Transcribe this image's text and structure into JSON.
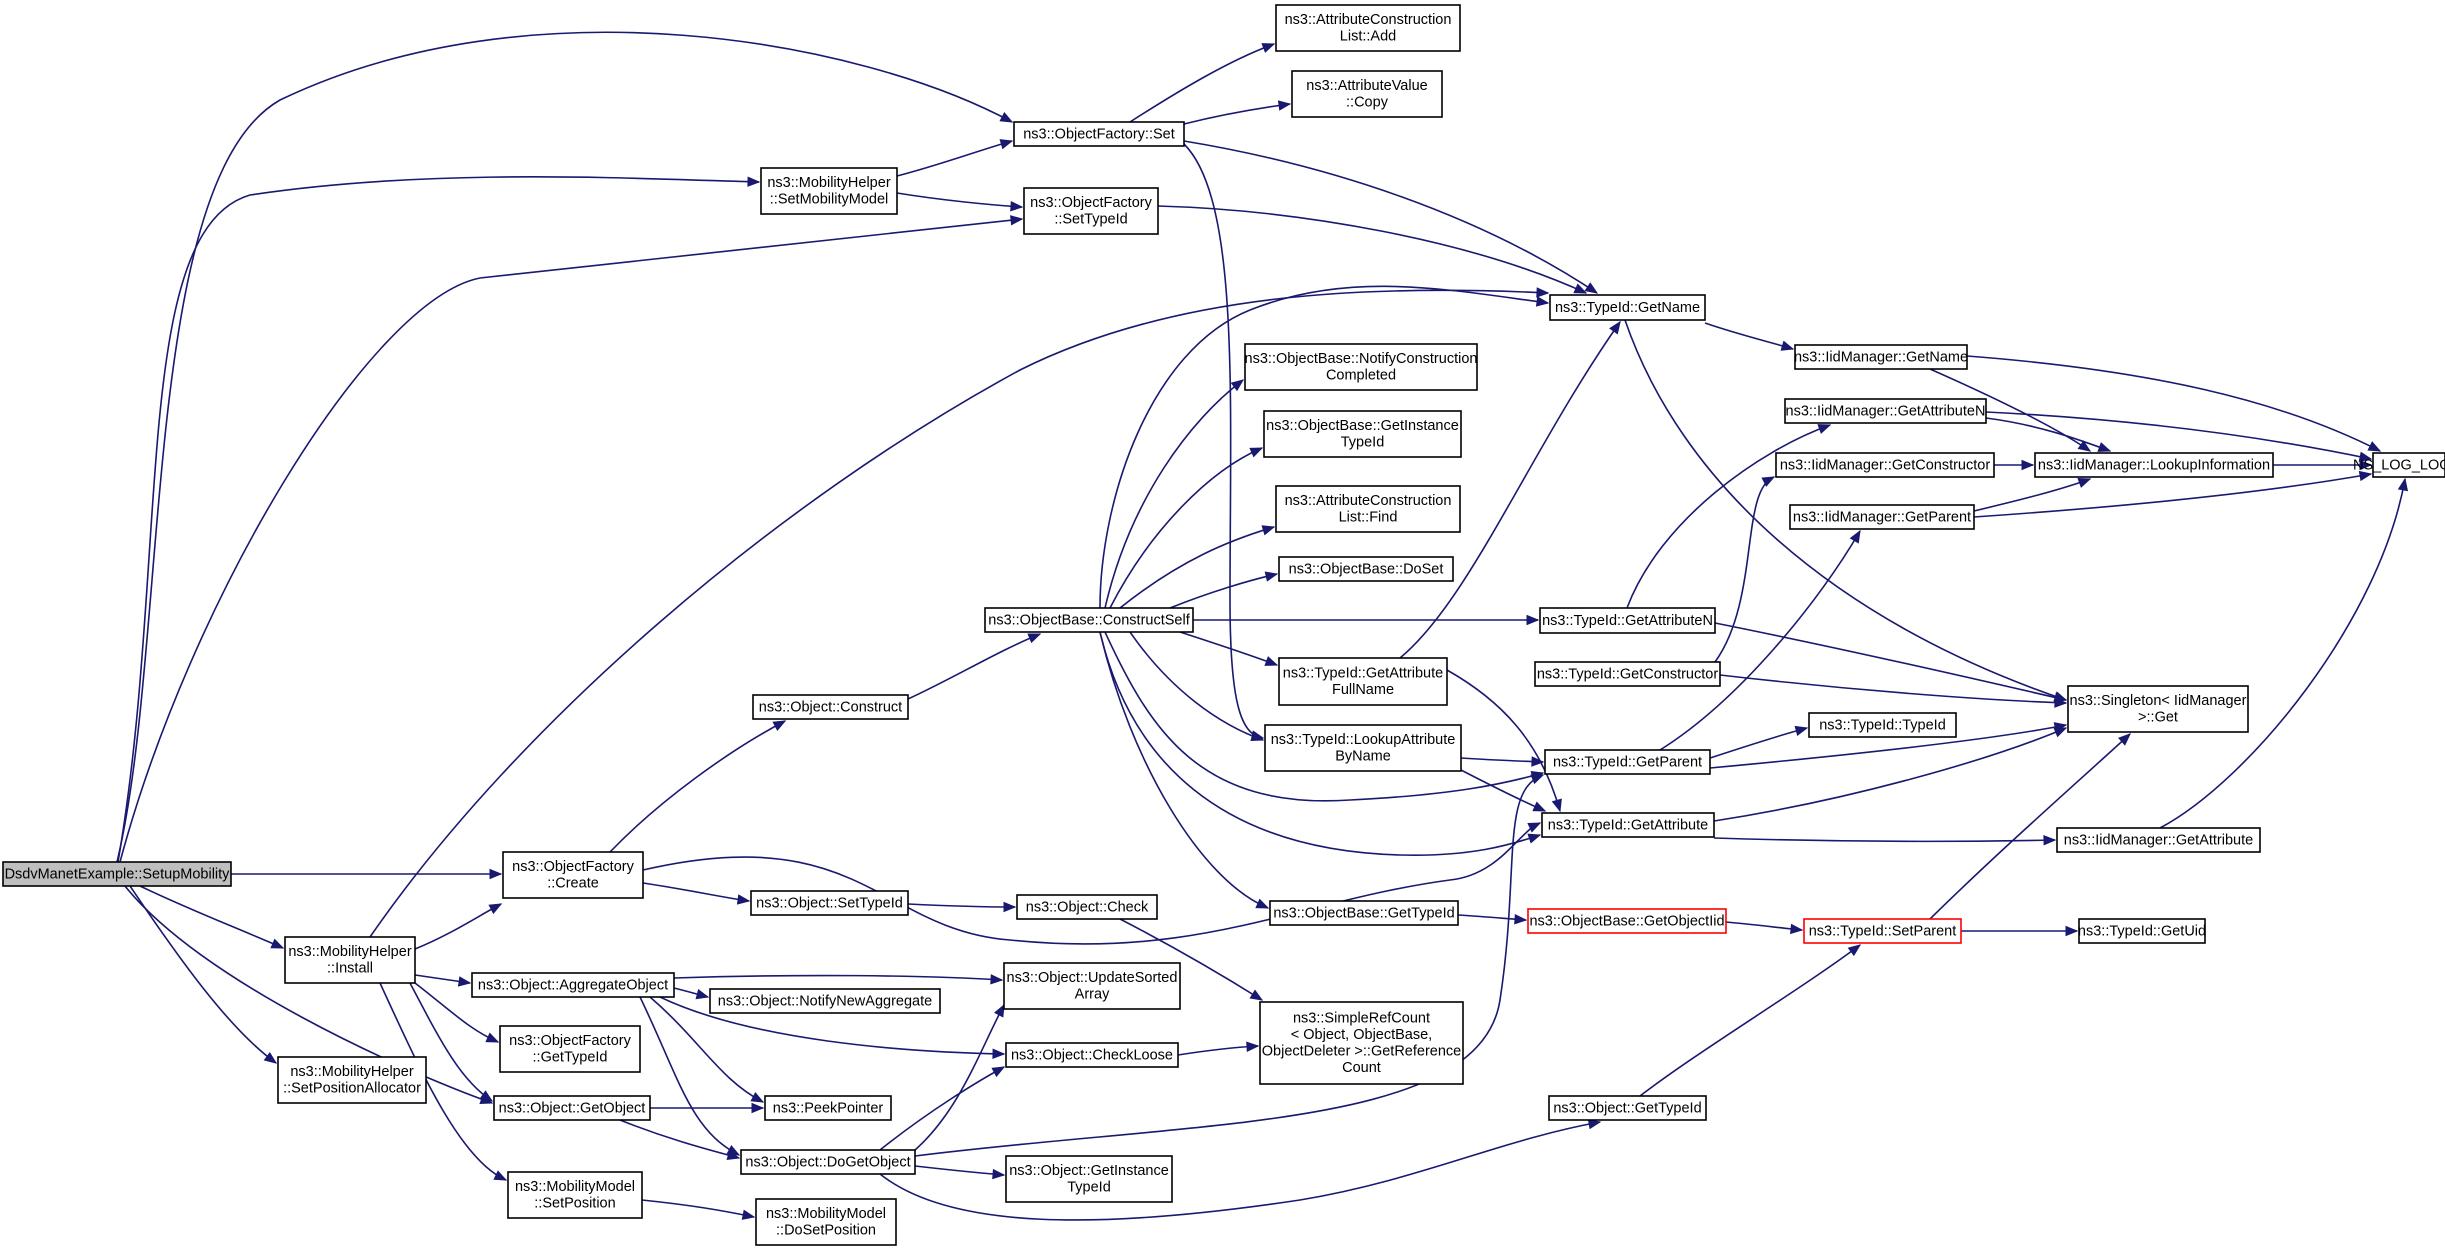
{
  "graph": {
    "edge_color": "#191970",
    "root_fill": "#bfbfbf",
    "highlight_border": "#ff0000",
    "nodes": [
      {
        "id": "n_setupmobility",
        "lines": [
          "DsdvManetExample::SetupMobility"
        ],
        "style": "root"
      },
      {
        "id": "n_of_set",
        "lines": [
          "ns3::ObjectFactory::Set"
        ]
      },
      {
        "id": "n_acl_add",
        "lines": [
          "ns3::AttributeConstruction",
          "List::Add"
        ]
      },
      {
        "id": "n_av_copy",
        "lines": [
          "ns3::AttributeValue",
          "::Copy"
        ]
      },
      {
        "id": "n_mh_setmobilitymodel",
        "lines": [
          "ns3::MobilityHelper",
          "::SetMobilityModel"
        ]
      },
      {
        "id": "n_of_settypeid",
        "lines": [
          "ns3::ObjectFactory",
          "::SetTypeId"
        ]
      },
      {
        "id": "n_typeid_getname",
        "lines": [
          "ns3::TypeId::GetName"
        ]
      },
      {
        "id": "n_iid_getname",
        "lines": [
          "ns3::IidManager::GetName"
        ]
      },
      {
        "id": "n_ob_notifyconstruction",
        "lines": [
          "ns3::ObjectBase::NotifyConstruction",
          "Completed"
        ]
      },
      {
        "id": "n_ob_getinstancetypeid",
        "lines": [
          "ns3::ObjectBase::GetInstance",
          "TypeId"
        ]
      },
      {
        "id": "n_iid_getattributen",
        "lines": [
          "ns3::IidManager::GetAttributeN"
        ]
      },
      {
        "id": "n_iid_getconstructor",
        "lines": [
          "ns3::IidManager::GetConstructor"
        ]
      },
      {
        "id": "n_iid_lookupinformation",
        "lines": [
          "ns3::IidManager::LookupInformation"
        ]
      },
      {
        "id": "n_ns_log_logic",
        "lines": [
          "NS_LOG_LOGIC"
        ]
      },
      {
        "id": "n_acl_find",
        "lines": [
          "ns3::AttributeConstruction",
          "List::Find"
        ]
      },
      {
        "id": "n_iid_getparent",
        "lines": [
          "ns3::IidManager::GetParent"
        ]
      },
      {
        "id": "n_ob_doset",
        "lines": [
          "ns3::ObjectBase::DoSet"
        ]
      },
      {
        "id": "n_ob_constructself",
        "lines": [
          "ns3::ObjectBase::ConstructSelf"
        ]
      },
      {
        "id": "n_typeid_getattributen",
        "lines": [
          "ns3::TypeId::GetAttributeN"
        ]
      },
      {
        "id": "n_typeid_getattributefullname",
        "lines": [
          "ns3::TypeId::GetAttribute",
          "FullName"
        ]
      },
      {
        "id": "n_typeid_getconstructor",
        "lines": [
          "ns3::TypeId::GetConstructor"
        ]
      },
      {
        "id": "n_singleton_get",
        "lines": [
          "ns3::Singleton< IidManager",
          ">::Get"
        ]
      },
      {
        "id": "n_object_construct",
        "lines": [
          "ns3::Object::Construct"
        ]
      },
      {
        "id": "n_typeid_lookupattributebyname",
        "lines": [
          "ns3::TypeId::LookupAttribute",
          "ByName"
        ]
      },
      {
        "id": "n_typeid_typeid",
        "lines": [
          "ns3::TypeId::TypeId"
        ]
      },
      {
        "id": "n_typeid_getparent",
        "lines": [
          "ns3::TypeId::GetParent"
        ]
      },
      {
        "id": "n_typeid_getattribute",
        "lines": [
          "ns3::TypeId::GetAttribute"
        ]
      },
      {
        "id": "n_iid_getattribute",
        "lines": [
          "ns3::IidManager::GetAttribute"
        ]
      },
      {
        "id": "n_of_create",
        "lines": [
          "ns3::ObjectFactory",
          "::Create"
        ]
      },
      {
        "id": "n_object_settypeid",
        "lines": [
          "ns3::Object::SetTypeId"
        ]
      },
      {
        "id": "n_object_check",
        "lines": [
          "ns3::Object::Check"
        ]
      },
      {
        "id": "n_ob_gettypeid",
        "lines": [
          "ns3::ObjectBase::GetTypeId"
        ]
      },
      {
        "id": "n_ob_getobjectiid",
        "lines": [
          "ns3::ObjectBase::GetObjectIid"
        ],
        "style": "red"
      },
      {
        "id": "n_typeid_setparent",
        "lines": [
          "ns3::TypeId::SetParent"
        ],
        "style": "red"
      },
      {
        "id": "n_typeid_getuid",
        "lines": [
          "ns3::TypeId::GetUid"
        ]
      },
      {
        "id": "n_mh_install",
        "lines": [
          "ns3::MobilityHelper",
          "::Install"
        ]
      },
      {
        "id": "n_object_aggregateobject",
        "lines": [
          "ns3::Object::AggregateObject"
        ]
      },
      {
        "id": "n_object_updatesortedarray",
        "lines": [
          "ns3::Object::UpdateSorted",
          "Array"
        ]
      },
      {
        "id": "n_object_notifynewaggregate",
        "lines": [
          "ns3::Object::NotifyNewAggregate"
        ]
      },
      {
        "id": "n_simplerefcount",
        "lines": [
          "ns3::SimpleRefCount",
          "< Object, ObjectBase,",
          "ObjectDeleter >::GetReference",
          "Count"
        ]
      },
      {
        "id": "n_of_gettypeid",
        "lines": [
          "ns3::ObjectFactory",
          "::GetTypeId"
        ]
      },
      {
        "id": "n_object_checkloose",
        "lines": [
          "ns3::Object::CheckLoose"
        ]
      },
      {
        "id": "n_mh_setpositionallocator",
        "lines": [
          "ns3::MobilityHelper",
          "::SetPositionAllocator"
        ]
      },
      {
        "id": "n_object_getobject",
        "lines": [
          "ns3::Object::GetObject"
        ]
      },
      {
        "id": "n_peekpointer",
        "lines": [
          "ns3::PeekPointer"
        ]
      },
      {
        "id": "n_object_gettypeid",
        "lines": [
          "ns3::Object::GetTypeId"
        ]
      },
      {
        "id": "n_object_dogetobject",
        "lines": [
          "ns3::Object::DoGetObject"
        ]
      },
      {
        "id": "n_object_getinstancetypeid",
        "lines": [
          "ns3::Object::GetInstance",
          "TypeId"
        ]
      },
      {
        "id": "n_mm_setposition",
        "lines": [
          "ns3::MobilityModel",
          "::SetPosition"
        ]
      },
      {
        "id": "n_mm_dosetposition",
        "lines": [
          "ns3::MobilityModel",
          "::DoSetPosition"
        ]
      }
    ]
  }
}
